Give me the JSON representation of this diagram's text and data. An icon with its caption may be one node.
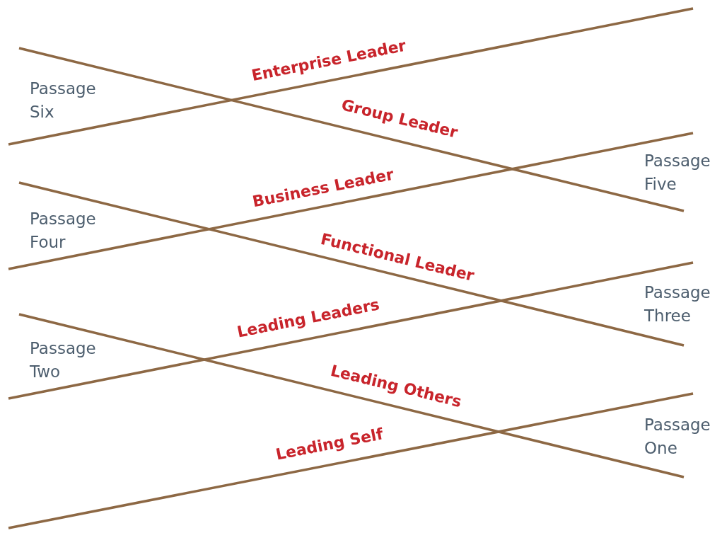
{
  "diagram": {
    "labels": [
      "Enterprise Leader",
      "Passage Six",
      "Group Leader",
      "Passage Five",
      "Business Leader",
      "Passage Four",
      "Functional Leader",
      "Passage Three",
      "Leading Leaders",
      "Passage Two",
      "Leading Others",
      "Passage One",
      "Leading Self"
    ]
  }
}
